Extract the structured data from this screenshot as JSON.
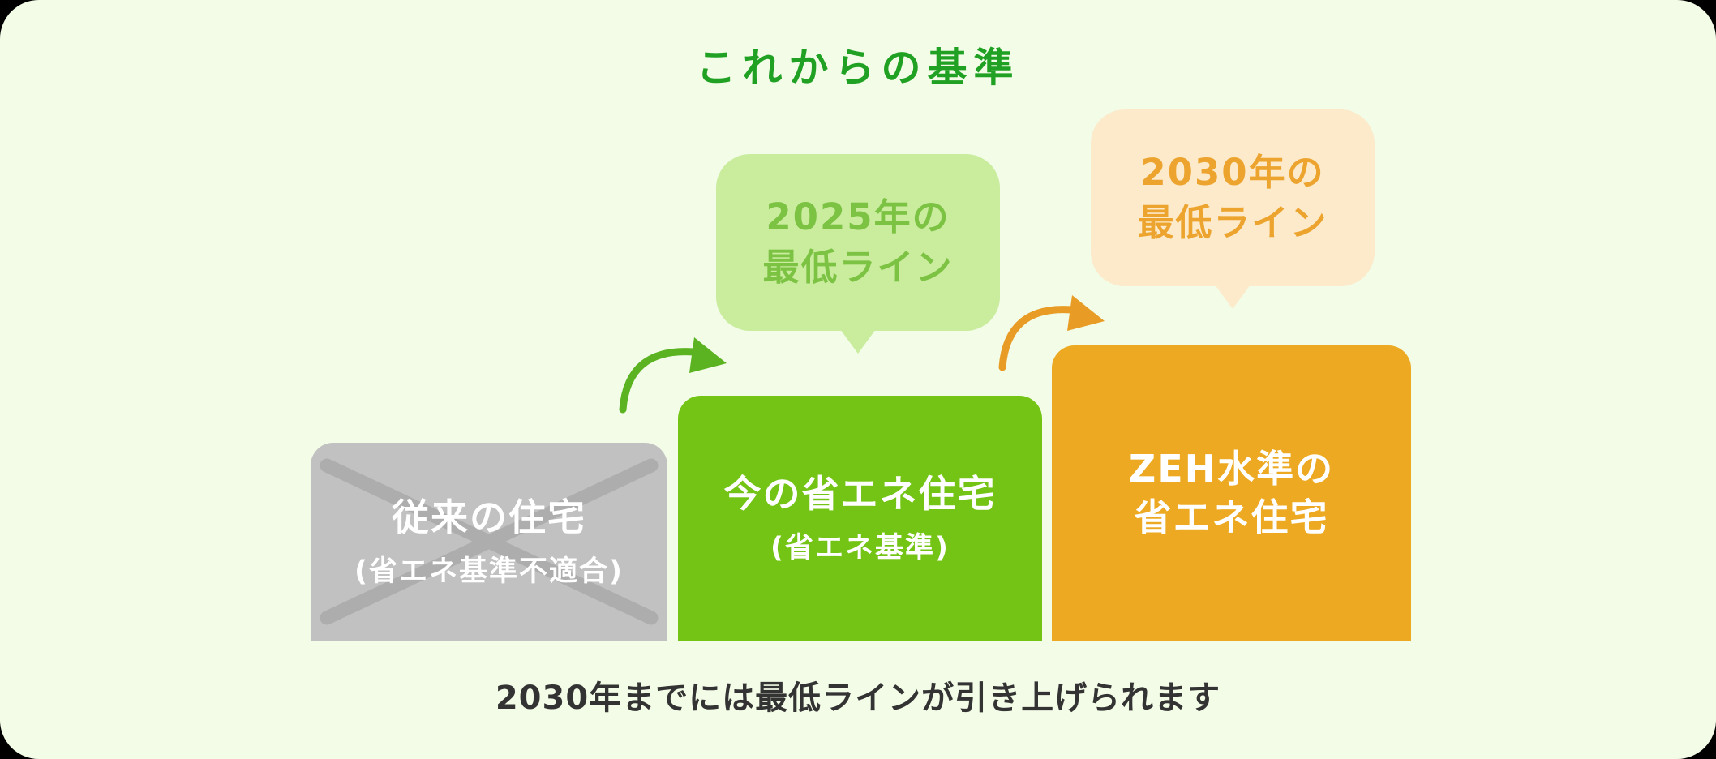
{
  "title": "これからの基準",
  "caption": "2030年までには最低ラインが引き上げられます",
  "bubbles": [
    {
      "id": "2025-minimum-line",
      "lines": [
        "2025年の",
        "最低ライン"
      ]
    },
    {
      "id": "2030-minimum-line",
      "lines": [
        "2030年の",
        "最低ライン"
      ]
    }
  ],
  "steps": [
    {
      "id": "conventional-house",
      "title": "従来の住宅",
      "subtitle": "(省エネ基準不適合)",
      "crossed_out": true
    },
    {
      "id": "current-energy-saving-house",
      "title": "今の省エネ住宅",
      "subtitle": "(省エネ基準)",
      "crossed_out": false
    },
    {
      "id": "zeh-level-house",
      "lines": [
        "ZEH水準の",
        "省エネ住宅"
      ],
      "crossed_out": false
    }
  ],
  "icons": {
    "cross_out": "x-cross",
    "arrow_up_right_green": "curved-arrow",
    "arrow_up_right_orange": "curved-arrow"
  },
  "colors": {
    "outside-bg": "#000000",
    "card-bg": "#f2fce6",
    "title-green": "#21a124",
    "box-green": "#74c416",
    "box-orange": "#eca921",
    "box-gray": "#c1c1c1",
    "x-gray": "#adadad",
    "bubble-green-bg": "#c9ec9d",
    "bubble-green-text": "#7cc243",
    "bubble-orange-bg": "#fceacb",
    "bubble-orange-text": "#eca42e",
    "arrow-green": "#5bb322",
    "arrow-orange": "#e89c26",
    "caption-text": "#333333",
    "box-text": "#ffffff"
  }
}
